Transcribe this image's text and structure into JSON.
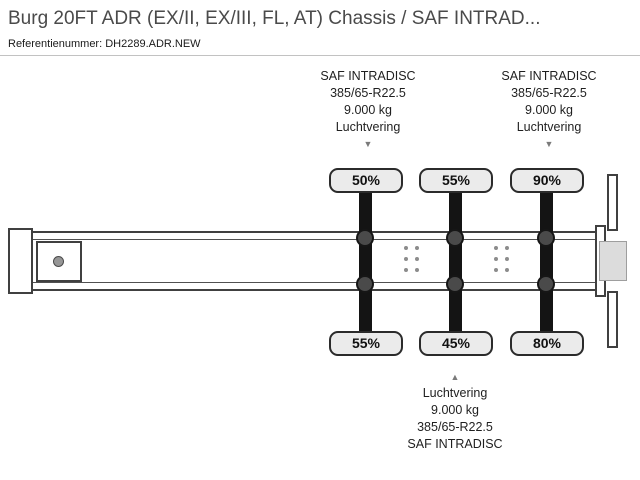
{
  "header": {
    "title": "Burg 20FT ADR (EX/II, EX/III, FL, AT) Chassis / SAF INTRAD...",
    "reference": "Referentienummer: DH2289.ADR.NEW"
  },
  "diagram": {
    "spec_blocks_top": [
      {
        "lines": [
          "SAF INTRADISC",
          "385/65-R22.5",
          "9.000 kg",
          "Luchtvering"
        ],
        "arrow": "▼"
      },
      {
        "lines": [
          "SAF INTRADISC",
          "385/65-R22.5",
          "9.000 kg",
          "Luchtvering"
        ],
        "arrow": "▼"
      }
    ],
    "spec_block_bottom": {
      "arrow": "▲",
      "lines": [
        "Luchtvering",
        "9.000 kg",
        "385/65-R22.5",
        "SAF INTRADISC"
      ]
    },
    "axles": [
      {
        "top_pct": "50%",
        "bottom_pct": "55%"
      },
      {
        "top_pct": "55%",
        "bottom_pct": "45%"
      },
      {
        "top_pct": "90%",
        "bottom_pct": "80%"
      }
    ],
    "colors": {
      "axle_black": "#141414",
      "beam_outline": "#404040",
      "pct_box_fill": "#ebebeb",
      "pct_box_border": "#2b2b2b"
    }
  }
}
